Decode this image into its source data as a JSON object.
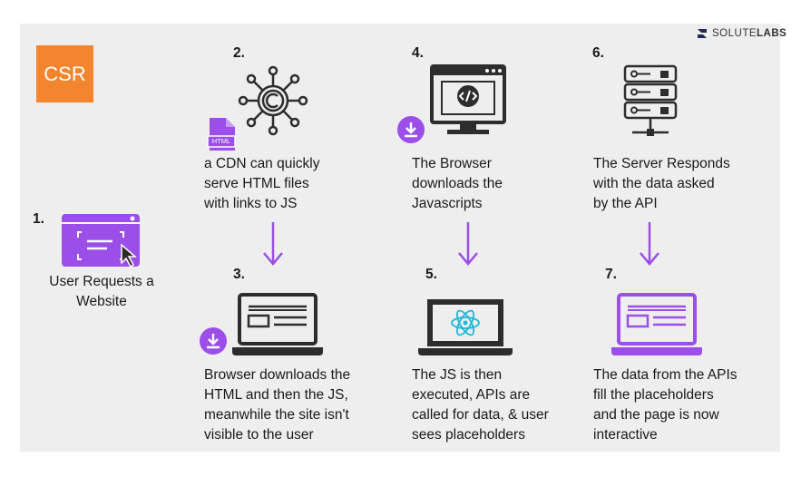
{
  "badge": "CSR",
  "brand": {
    "part1": "SOLUTE",
    "part2": "LABS"
  },
  "steps": {
    "s1": {
      "number": "1.",
      "lines": [
        "User Requests a",
        "Website"
      ]
    },
    "s2": {
      "number": "2.",
      "lines": [
        "a CDN can quickly",
        "serve HTML files",
        "with links to JS"
      ],
      "file_label": "HTML"
    },
    "s3": {
      "number": "3.",
      "lines": [
        "Browser downloads the",
        "HTML and then the JS,",
        "meanwhile the site isn't",
        "visible to the user"
      ]
    },
    "s4": {
      "number": "4.",
      "lines": [
        "The Browser",
        "downloads the",
        "Javascripts"
      ]
    },
    "s5": {
      "number": "5.",
      "lines": [
        "The JS is then",
        "executed, APIs are",
        "called for data, & user",
        "sees placeholders"
      ]
    },
    "s6": {
      "number": "6.",
      "lines": [
        "The Server Responds",
        "with the data asked",
        "by the API"
      ]
    },
    "s7": {
      "number": "7.",
      "lines": [
        "The data from the APIs",
        "fill the placeholders",
        "and the page is now",
        "interactive"
      ]
    }
  },
  "colors": {
    "purple": "#9b4ee8",
    "orange": "#f2852e",
    "dark": "#2d2d2d",
    "panel": "#eeeeee"
  },
  "icons": [
    "cdn-copyright-icon",
    "html-file-icon",
    "code-window-icon",
    "download-icon",
    "server-icon",
    "browser-cursor-icon",
    "laptop-icon",
    "react-laptop-icon",
    "laptop-purple-icon",
    "arrow-down-icon"
  ]
}
